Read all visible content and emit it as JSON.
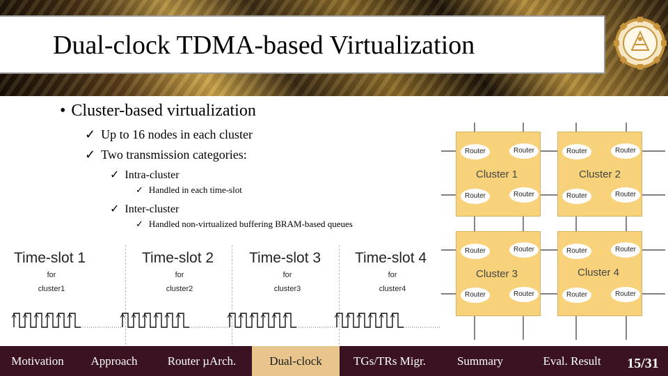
{
  "title": "Dual-clock TDMA-based Virtualization",
  "bullets": {
    "main": "Cluster-based virtualization",
    "sub1": "Up to 16 nodes in each cluster",
    "sub2": "Two transmission categories:",
    "intra": "Intra-cluster",
    "intra_detail": "Handled in each time-slot",
    "inter": "Inter-cluster",
    "inter_detail": "Handled non-virtualized buffering BRAM-based queues"
  },
  "timeslots": [
    {
      "title": "Time-slot 1",
      "for": "for",
      "cluster": "cluster1"
    },
    {
      "title": "Time-slot 2",
      "for": "for",
      "cluster": "cluster2"
    },
    {
      "title": "Time-slot 3",
      "for": "for",
      "cluster": "cluster3"
    },
    {
      "title": "Time-slot 4",
      "for": "for",
      "cluster": "cluster4"
    }
  ],
  "clusters": [
    {
      "label": "Cluster 1",
      "routers": [
        "Router",
        "Router",
        "Router",
        "Router"
      ]
    },
    {
      "label": "Cluster 2",
      "routers": [
        "Router",
        "Router",
        "Router",
        "Router"
      ]
    },
    {
      "label": "Cluster 3",
      "routers": [
        "Router",
        "Router",
        "Router",
        "Router"
      ]
    },
    {
      "label": "Cluster 4",
      "routers": [
        "Router",
        "Router",
        "Router",
        "Router"
      ]
    }
  ],
  "nav": [
    {
      "label": "Motivation",
      "active": false
    },
    {
      "label": "Approach",
      "active": false
    },
    {
      "label": "Router µArch.",
      "active": false
    },
    {
      "label": "Dual-clock",
      "active": true
    },
    {
      "label": "TGs/TRs Migr.",
      "active": false
    },
    {
      "label": "Summary",
      "active": false
    },
    {
      "label": "Eval. Result",
      "active": false
    }
  ],
  "page_number": "15/31",
  "colors": {
    "footer_bg": "#3b1221",
    "active_tab": "#e8c58c",
    "cluster_fill": "#f7d27a",
    "logo_gold": "#c8953e"
  },
  "icons": {
    "bullet_main": "round-bullet",
    "bullet_sub": "checkmark-icon",
    "logo": "university-gear-seal"
  }
}
